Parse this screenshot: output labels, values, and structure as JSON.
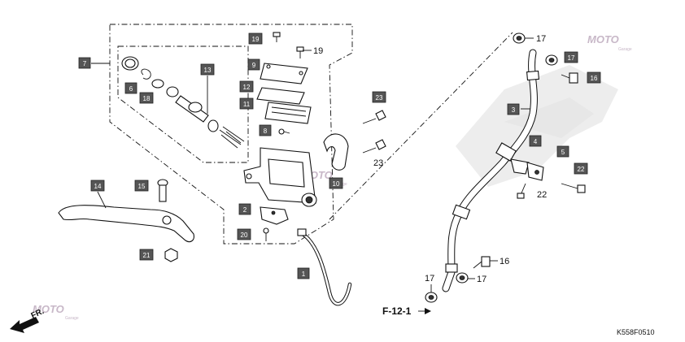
{
  "diagram_code": "K558F0510",
  "reference": "F-12-1",
  "front_indicator": "FR.",
  "watermark": "MOTO",
  "watermark_sub": "Garage",
  "boxed_labels": {
    "p1": "1",
    "p2": "2",
    "p3": "3",
    "p4": "4",
    "p5": "5",
    "p6": "6",
    "p7": "7",
    "p8": "8",
    "p9": "9",
    "p10": "10",
    "p11": "11",
    "p12": "12",
    "p13": "13",
    "p14": "14",
    "p15": "15",
    "p16": "16",
    "p17": "17",
    "p18": "18",
    "p19": "19",
    "p20": "20",
    "p21": "21",
    "p22": "22",
    "p23": "23"
  },
  "plain_labels": {
    "n19": "19",
    "n23": "23",
    "n22": "22",
    "n17a": "17",
    "n17b": "17",
    "n17c": "17",
    "n16": "16"
  }
}
